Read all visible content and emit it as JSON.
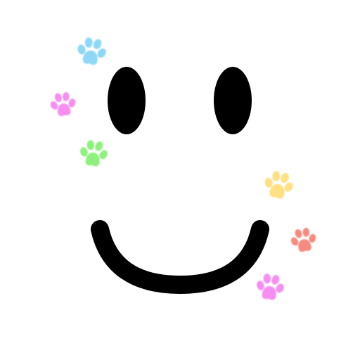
{
  "face": {
    "feature_color": "#000000",
    "background_color": "#ffffff",
    "elements": [
      "left-eye",
      "right-eye",
      "smile-mouth"
    ]
  },
  "paw_prints": [
    {
      "name": "paw-print-blue-icon",
      "color": "#8fd8f5"
    },
    {
      "name": "paw-print-pink-icon",
      "color": "#f58ef0"
    },
    {
      "name": "paw-print-green-icon",
      "color": "#8ff07e"
    },
    {
      "name": "paw-print-yellow-icon",
      "color": "#ffe083"
    },
    {
      "name": "paw-print-red-icon",
      "color": "#f58a80"
    },
    {
      "name": "paw-print-magenta-icon",
      "color": "#f58ef0"
    }
  ]
}
